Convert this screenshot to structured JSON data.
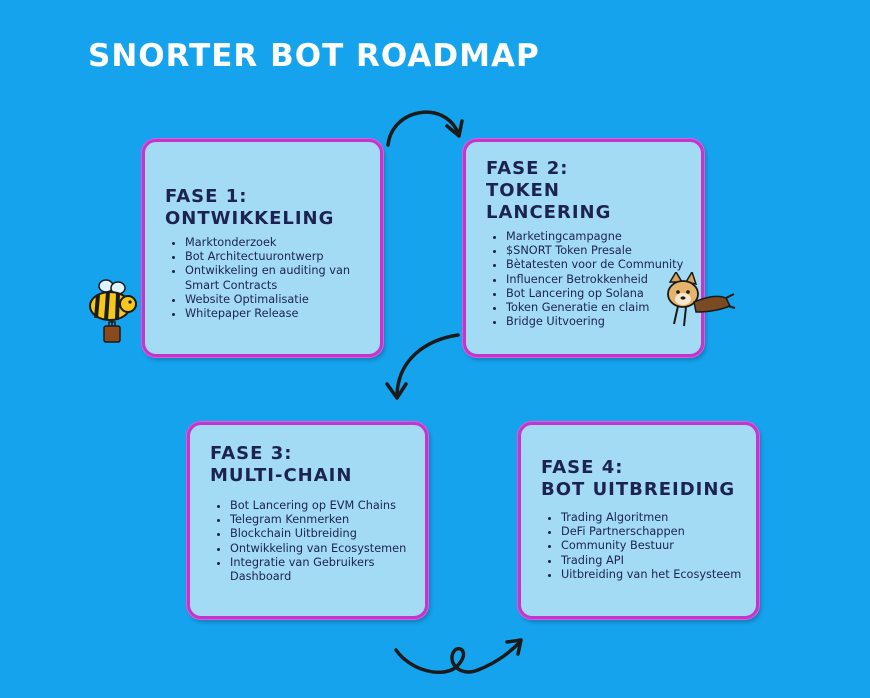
{
  "title": "SNORTER BOT ROADMAP",
  "phases": [
    {
      "heading_line1": "FASE 1:",
      "heading_line2": "ONTWIKKELING",
      "items": [
        "Marktonderzoek",
        "Bot Architectuurontwerp",
        "Ontwikkeling en auditing van Smart Contracts",
        "Website Optimalisatie",
        "Whitepaper Release"
      ]
    },
    {
      "heading_line1": "FASE 2:",
      "heading_line2": "TOKEN",
      "heading_line3": "LANCERING",
      "items": [
        "Marketingcampagne",
        "$SNORT Token Presale",
        "Bètatesten voor de Community",
        "Influencer Betrokkenheid",
        "Bot Lancering op Solana",
        "Token Generatie en claim",
        "Bridge Uitvoering"
      ]
    },
    {
      "heading_line1": "FASE 3:",
      "heading_line2": "MULTI-CHAIN",
      "items": [
        "Bot Lancering op EVM Chains",
        "Telegram Kenmerken",
        "Blockchain Uitbreiding",
        "Ontwikkeling van Ecosystemen",
        "Integratie van Gebruikers Dashboard"
      ]
    },
    {
      "heading_line1": "FASE 4:",
      "heading_line2": "BOT UITBREIDING",
      "items": [
        "Trading Algoritmen",
        "DeFi Partnerschappen",
        "Community Bestuur",
        "Trading API",
        "Uitbreiding van het Ecosysteem"
      ]
    }
  ],
  "colors": {
    "background": "#16a3ee",
    "card": "#a2dbf3",
    "card_border": "#c236d0",
    "text": "#1c2350",
    "title": "#ffffff"
  },
  "decorations": [
    "bee-mascot-icon",
    "dog-mascot-icon",
    "curved-arrow-icon"
  ]
}
